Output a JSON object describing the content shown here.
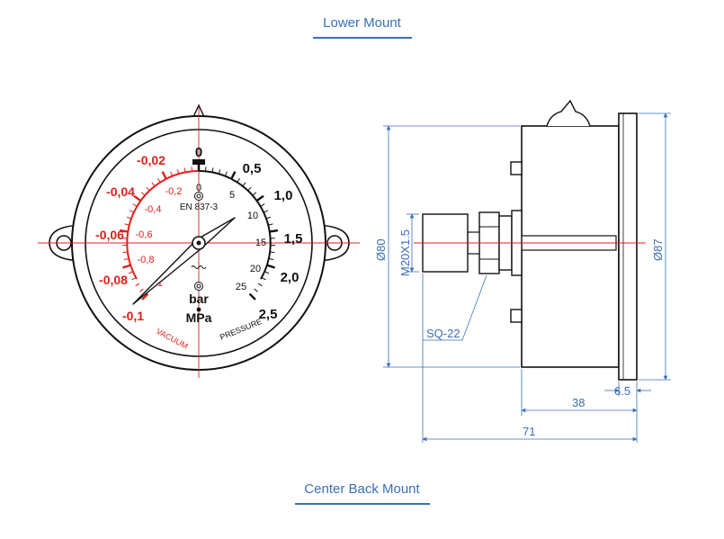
{
  "nav": {
    "lower_mount": "Lower Mount",
    "center_back_mount": "Center Back Mount"
  },
  "gauge_front": {
    "standard": "EN 837-3",
    "unit_bar": "bar",
    "unit_mpa": "MPa",
    "vacuum_label": "VACUUM",
    "pressure_label": "PRESSURE",
    "mpa_pressure_ticks": [
      "0",
      "0,5",
      "1,0",
      "1,5",
      "2,0",
      "2,5"
    ],
    "bar_pressure_ticks": [
      "5",
      "10",
      "15",
      "20",
      "25"
    ],
    "mpa_vacuum_ticks": [
      "-0,02",
      "-0,04",
      "-0,06",
      "-0,08",
      "-0,1"
    ],
    "bar_vacuum_ticks": [
      "-0,2",
      "-0,4",
      "-0,6",
      "-0,8",
      "-1"
    ],
    "zero_bar": "0",
    "colors": {
      "vacuum": "#e0201b",
      "outline": "#111111",
      "centerline": "#e0201b"
    }
  },
  "side_view": {
    "dim_thread": "M20X1.5",
    "dim_dia80": "Ø80",
    "dim_dia87": "Ø87",
    "dim_sq": "SQ-22",
    "dim_38": "38",
    "dim_6_5": "6.5",
    "dim_71": "71",
    "dim_color": "#3a6fb5"
  }
}
